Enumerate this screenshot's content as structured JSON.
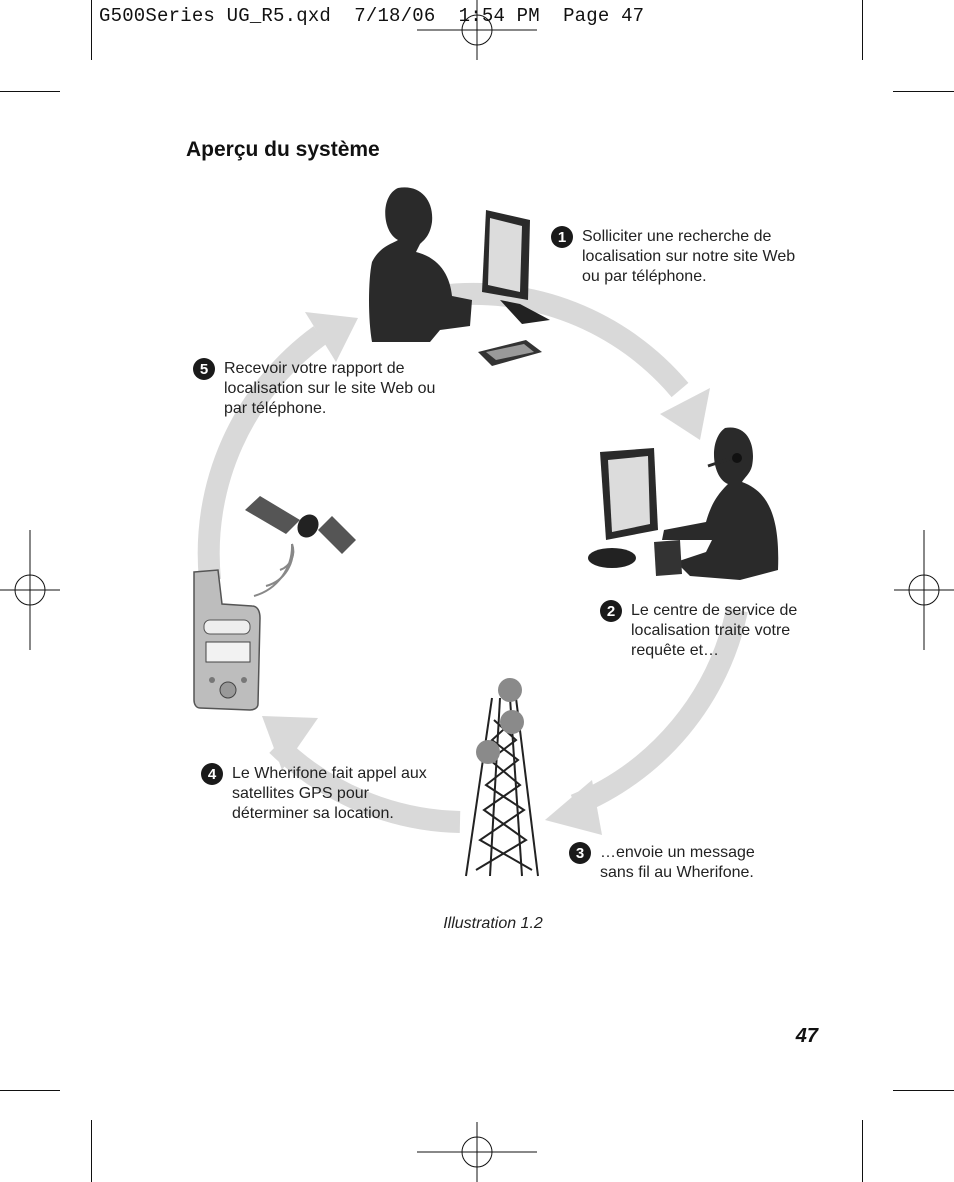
{
  "print_slug": "G500Series UG_R5.qxd  7/18/06  1:54 PM  Page 47",
  "title": "Aperçu du système",
  "steps": [
    {
      "number": "1",
      "text": "Solliciter une recherche de localisation sur notre site Web ou par téléphone."
    },
    {
      "number": "2",
      "text": "Le centre de service de localisation traite votre requête et…"
    },
    {
      "number": "3",
      "text": "…envoie un message sans fil au Wherifone."
    },
    {
      "number": "4",
      "text": "Le Wherifone fait appel aux satellites GPS pour déterminer sa location."
    },
    {
      "number": "5",
      "text": "Recevoir votre rapport de localisation sur le site Web ou par téléphone."
    }
  ],
  "caption": "Illustration 1.2",
  "page_number": "47",
  "colors": {
    "ink": "#1a1a1a",
    "arrow": "#d9d9d9",
    "device": "#bdbdbd"
  }
}
